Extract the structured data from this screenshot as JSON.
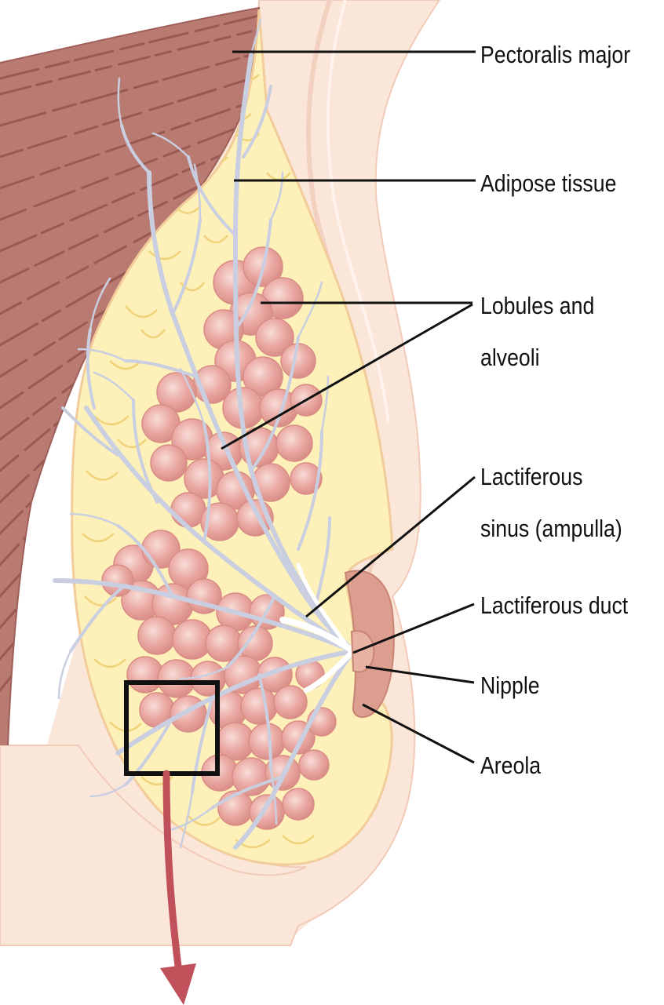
{
  "labels": {
    "pectoralis_major": "Pectoralis major",
    "adipose_tissue": "Adipose tissue",
    "lobules_line1": "Lobules and",
    "lobules_line2": "alveoli",
    "sinus_line1": "Lactiferous",
    "sinus_line2": "sinus (ampulla)",
    "lactiferous_duct": "Lactiferous duct",
    "nipple": "Nipple",
    "areola": "Areola"
  },
  "colors": {
    "muscle": "#b97a72",
    "muscle_stripe": "#8f4f4a",
    "skin": "#fbe6da",
    "skin_outline": "#f0c9b3",
    "adipose": "#fdf0b8",
    "adipose_outline": "#f0d67a",
    "lobule": "#e8a6a0",
    "lobule_highlight": "#f6d3cf",
    "duct": "#c9cfe0",
    "areola": "#dc9e8e",
    "arrow": "#c0505a",
    "leader": "#111111"
  }
}
